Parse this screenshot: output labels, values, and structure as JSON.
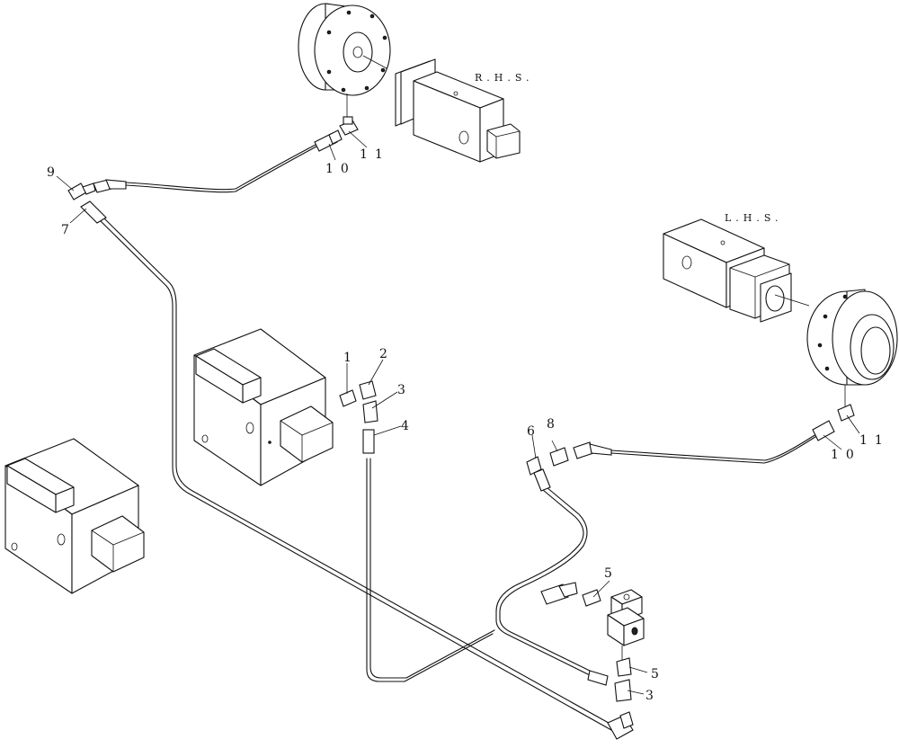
{
  "diagram": {
    "side_labels": {
      "right": "R.H.S.",
      "left": "L.H.S."
    },
    "callouts": {
      "c1": "1",
      "c2": "2",
      "c3a": "3",
      "c3b": "3",
      "c4": "4",
      "c5a": "5",
      "c5b": "5",
      "c6": "6",
      "c7": "7",
      "c8": "8",
      "c9": "9",
      "c10a": "10",
      "c10b": "10",
      "c11a": "11",
      "c11b": "11"
    }
  }
}
